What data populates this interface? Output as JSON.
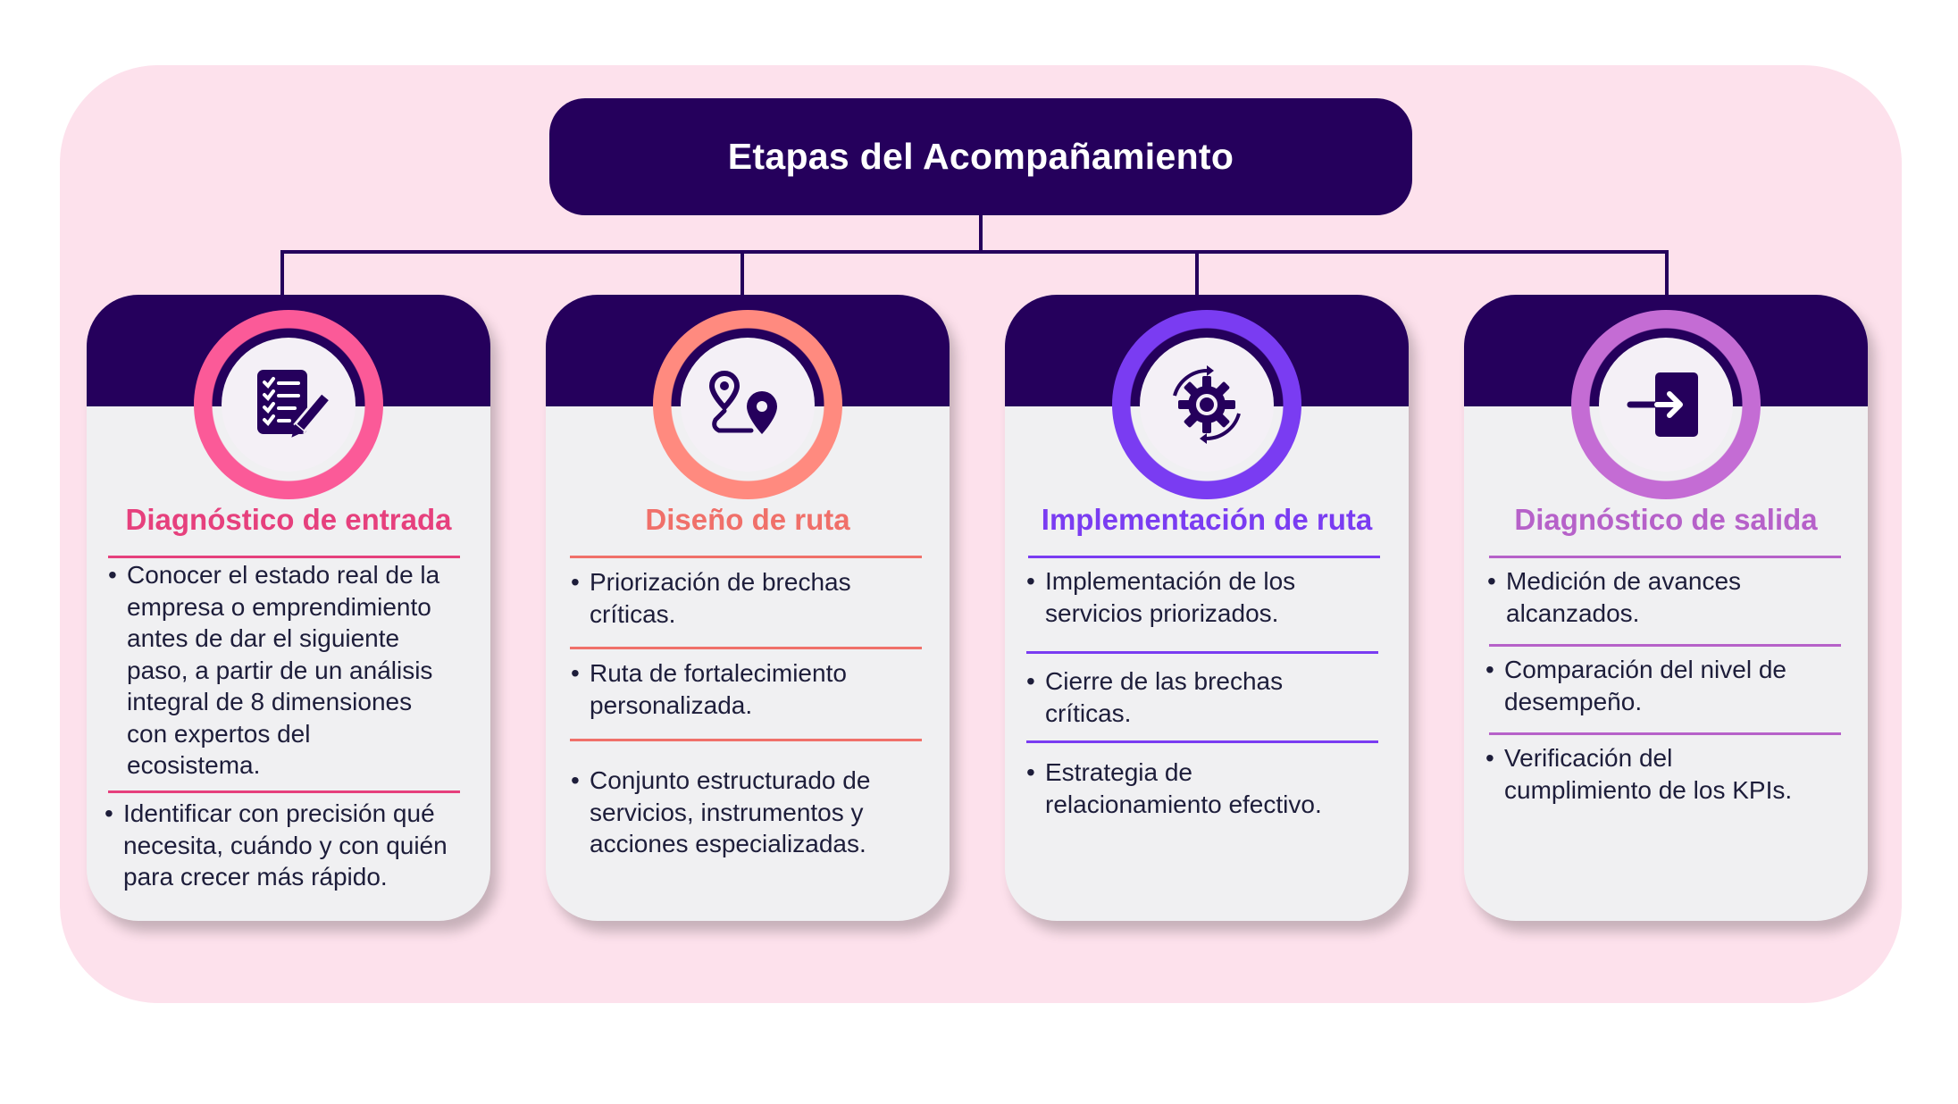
{
  "title": "Etapas del Acompañamiento",
  "stages": [
    {
      "title": "Diagnóstico de entrada",
      "color": "#e6407d",
      "icon": "checklist-icon",
      "items": [
        [
          "Conocer el estado real de la",
          "empresa o emprendimiento",
          "antes de dar el siguiente",
          "paso, a partir de un análisis",
          "integral de 8 dimensiones",
          "con expertos del",
          "ecosistema."
        ],
        [
          "Identificar con precisión qué",
          "necesita, cuándo y con quién",
          "para crecer más rápido."
        ]
      ]
    },
    {
      "title": "Diseño de ruta",
      "color": "#f0706a",
      "icon": "route-pin-icon",
      "items": [
        [
          "Priorización de brechas",
          "críticas."
        ],
        [
          "Ruta de fortalecimiento",
          "personalizada."
        ],
        [
          "Conjunto estructurado de",
          "servicios, instrumentos y",
          "acciones especializadas."
        ]
      ]
    },
    {
      "title": "Implementación de ruta",
      "color": "#7a3cf2",
      "icon": "gear-cycle-icon",
      "items": [
        [
          "Implementación de los",
          "servicios priorizados."
        ],
        [
          "Cierre de las brechas",
          "críticas."
        ],
        [
          "Estrategia de",
          "relacionamiento efectivo."
        ]
      ]
    },
    {
      "title": "Diagnóstico de salida",
      "color": "#b661c9",
      "icon": "exit-door-icon",
      "items": [
        [
          "Medición de avances",
          "alcanzados."
        ],
        [
          "Comparación del nivel de",
          "desempeño."
        ],
        [
          "Verificación del",
          "cumplimiento de los KPIs."
        ]
      ]
    }
  ]
}
